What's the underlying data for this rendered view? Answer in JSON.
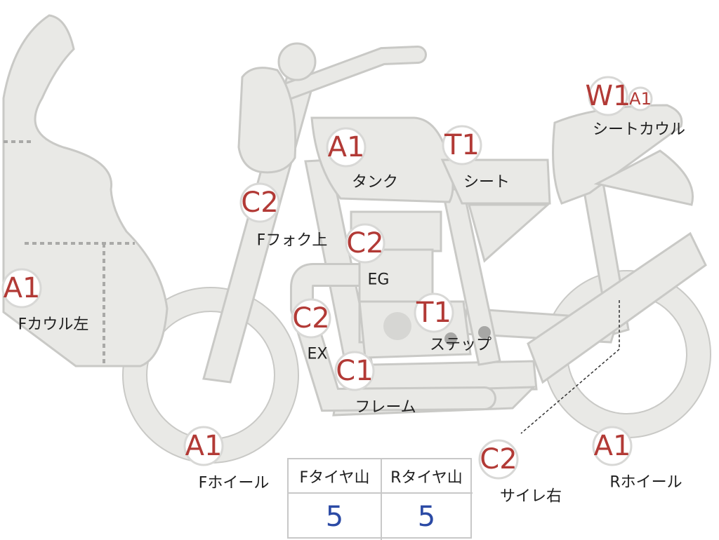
{
  "colors": {
    "part_fill": "#e9e9e6",
    "part_stroke": "#c9c9c6",
    "grade_text": "#b23a36",
    "tire_value_text": "#2b4aa5",
    "label_text": "#1f1f1f"
  },
  "parts": {
    "f_cowl_left": {
      "grade": "A1",
      "label": "Fカウル左"
    },
    "tank": {
      "grade": "A1",
      "label": "タンク"
    },
    "seat": {
      "grade": "T1",
      "label": "シート"
    },
    "seat_cowl": {
      "grade": "W1",
      "grade2": "A1",
      "label": "シートカウル"
    },
    "f_fork_upper": {
      "grade": "C2",
      "label": "Fフォク上"
    },
    "engine": {
      "grade": "C2",
      "label": "EG"
    },
    "exhaust": {
      "grade": "C2",
      "label": "EX"
    },
    "step": {
      "grade": "T1",
      "label": "ステップ"
    },
    "frame": {
      "grade": "C1",
      "label": "フレーム"
    },
    "f_wheel": {
      "grade": "A1",
      "label": "Fホイール"
    },
    "silencer_right": {
      "grade": "C2",
      "label": "サイレ右"
    },
    "r_wheel": {
      "grade": "A1",
      "label": "Rホイール"
    }
  },
  "tire_table": {
    "front_header": "Fタイヤ山",
    "rear_header": "Rタイヤ山",
    "front_value": "5",
    "rear_value": "5"
  }
}
